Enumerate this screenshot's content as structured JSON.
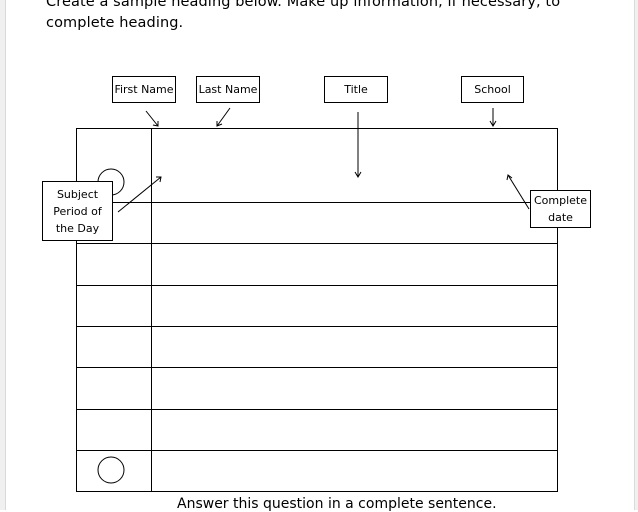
{
  "instructions": "Create a sample heading below. Make up information, if necessary, to complete heading.",
  "labels": {
    "first_name": "First Name",
    "last_name": "Last Name",
    "title": "Title",
    "school": "School",
    "subject": "Subject Period of the Day",
    "date": "Complete date"
  },
  "answer_prompt": "Answer this question in a complete sentence."
}
